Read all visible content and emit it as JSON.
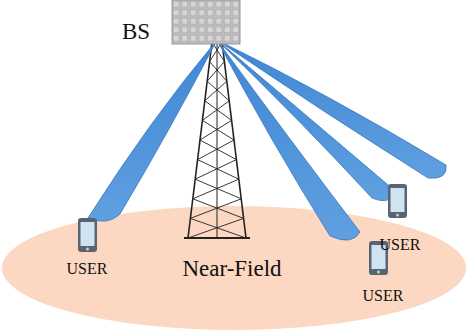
{
  "diagram": {
    "labels": [
      "BS",
      "USER",
      "Near-Field",
      "USER",
      "USER"
    ]
  }
}
